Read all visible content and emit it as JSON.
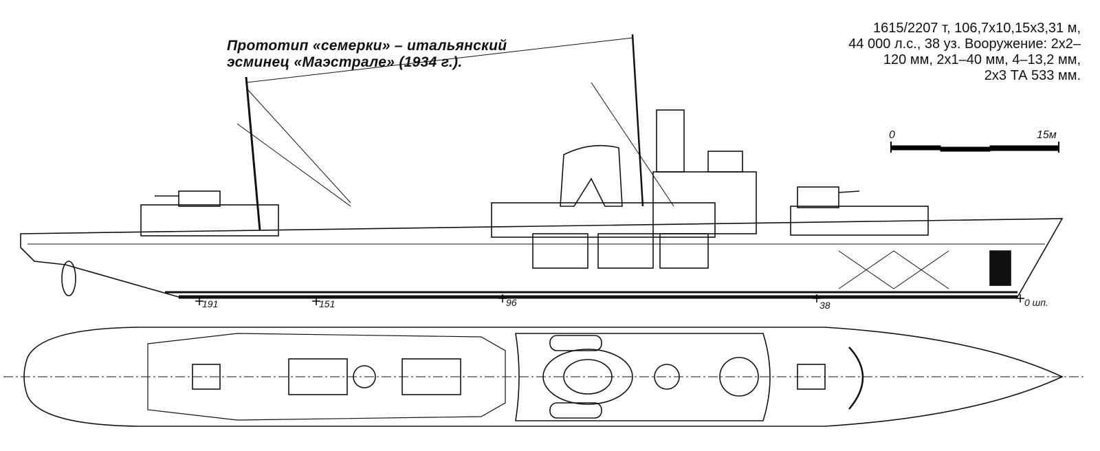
{
  "title": {
    "line1": "Прототип «семерки» – итальянский",
    "line2": "эсминец «Маэстрале» (1934 г.)."
  },
  "specs": {
    "line1": "1615/2207 т, 106,7x10,15x3,31 м,",
    "line2": "44 000 л.с., 38 уз. Вооружение: 2x2–",
    "line3": "120 мм, 2x1–40 мм, 4–13,2 мм,",
    "line4": "2x3 ТА 533 мм."
  },
  "scale_bar": {
    "start_label": "0",
    "end_label": "15м"
  },
  "frames": [
    {
      "label": "191"
    },
    {
      "label": "151"
    },
    {
      "label": "96"
    },
    {
      "label": "38"
    },
    {
      "label": "0 шп."
    }
  ]
}
